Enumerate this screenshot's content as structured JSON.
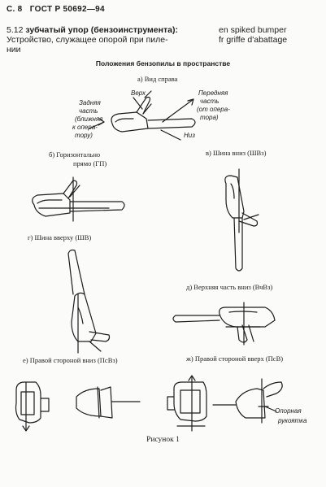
{
  "header": {
    "page": "С. 8",
    "standard": "ГОСТ Р 50692—94"
  },
  "term": {
    "number": "5.12",
    "name": "зубчатый упор (бензоинструмента):",
    "definition_line1": "Устройство, служащее опорой при пиле-",
    "definition_line2": "нии",
    "en": "en spiked bumper",
    "fr": "fr griffe d'abattage"
  },
  "figure": {
    "title": "Положения бензопилы в пространстве",
    "views": {
      "a": "а) Вид справа",
      "b_line1": "б) Горизонтально",
      "b_line2": "прямо (ГП)",
      "v": "в) Шина вниз (ШВз)",
      "g": "г) Шина вверху (ШВ)",
      "d": "д) Верхняя часть вниз (ВчВз)",
      "e": "е) Правой стороной вниз (ПсВз)",
      "zh": "ж) Правой стороной вверх (ПсВ)"
    },
    "labels": {
      "top": "Верх",
      "rear_line1": "Задняя",
      "rear_line2": "часть",
      "rear_line3": "(ближняя",
      "rear_line4": "к опера-",
      "rear_line5": "тору)",
      "front_line1": "Передняя",
      "front_line2": "часть",
      "front_line3": "(от опера-",
      "front_line4": "тора)",
      "bottom": "Низ",
      "handle_line1": "Опорная",
      "handle_line2": "рукоятка"
    },
    "caption": "Рисунок 1"
  }
}
